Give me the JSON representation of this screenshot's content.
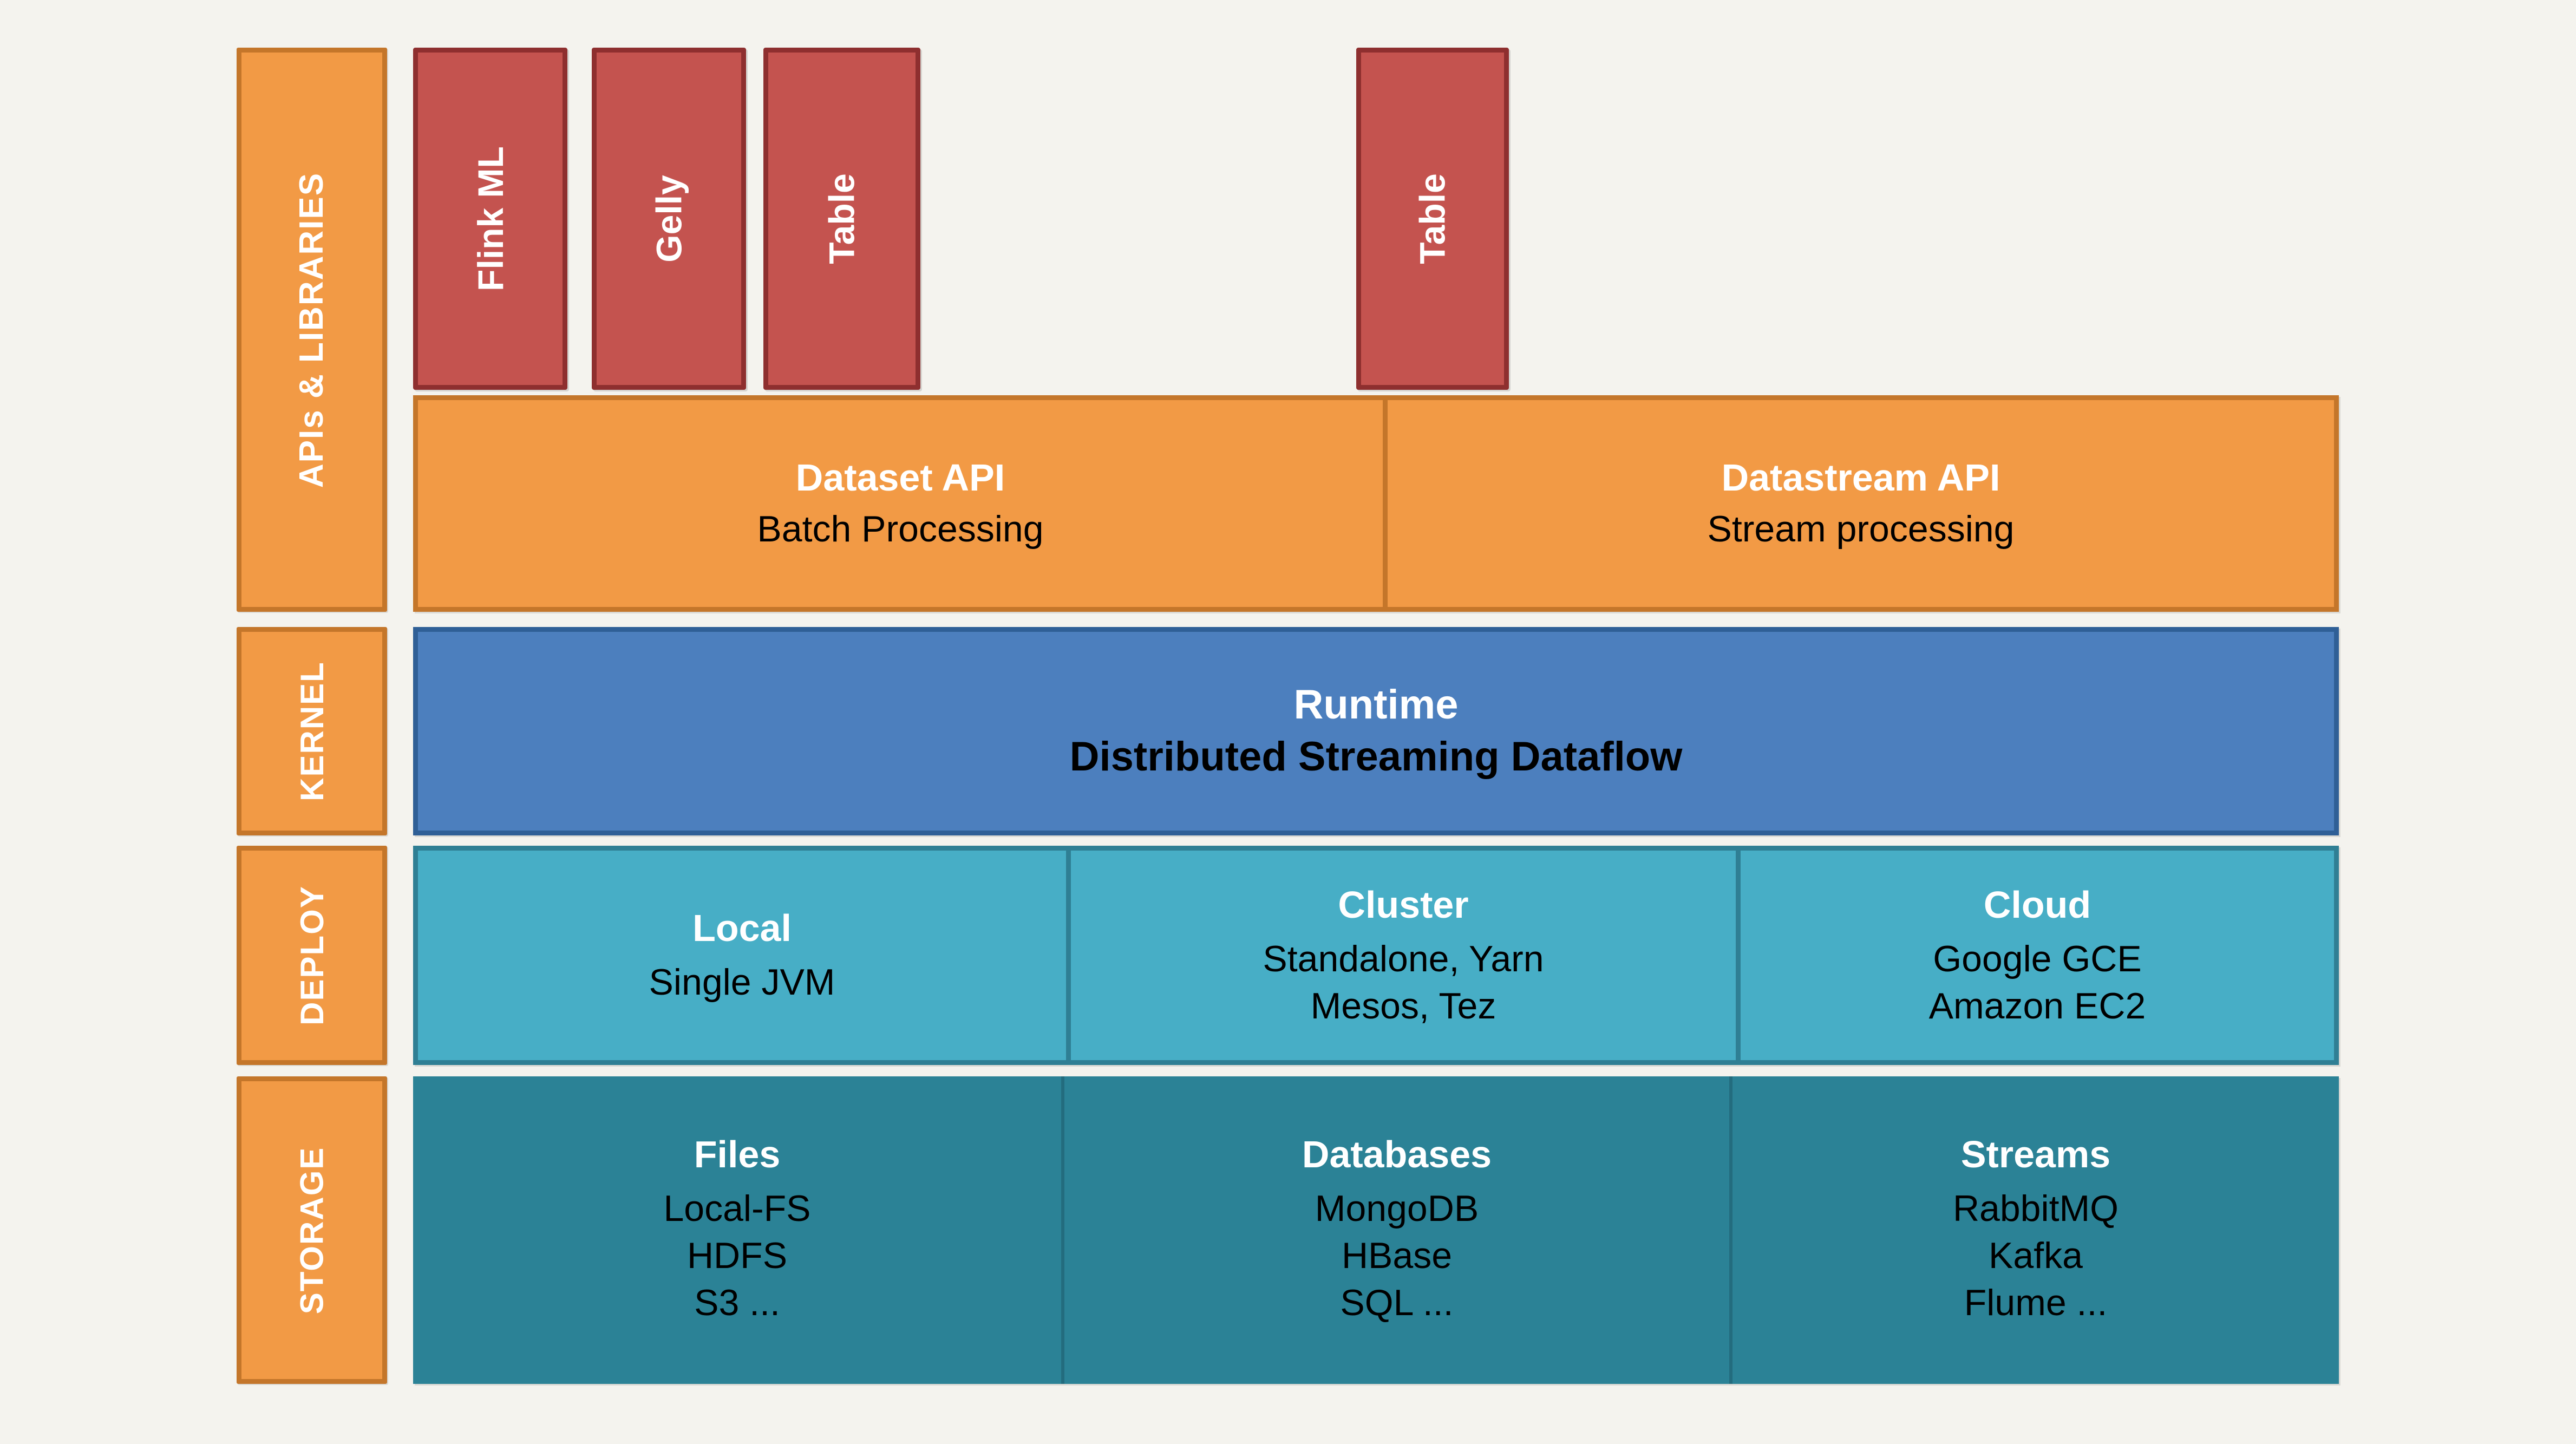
{
  "background_color": "#f4f3ee",
  "palette": {
    "stage_label_fill": "#f29a45",
    "stage_label_border": "#c4762a",
    "library_fill": "#c4534f",
    "library_border": "#8e2f2f",
    "api_fill": "#f29a45",
    "api_border": "#c4762a",
    "kernel_fill": "#4c7fbe",
    "kernel_border": "#2f5f96",
    "deploy_fill": "#47aec6",
    "deploy_border": "#2f7f94",
    "storage_fill": "#2b8296",
    "storage_border": "#236c7e",
    "title_text": "#ffffff",
    "body_text": "#000000"
  },
  "stage_labels": {
    "apis_libraries": "APIs & LIBRARIES",
    "kernel": "KERNEL",
    "deploy": "DEPLOY",
    "storage": "STORAGE"
  },
  "libraries": [
    {
      "label": "Flink ML"
    },
    {
      "label": "Gelly"
    },
    {
      "label": "Table"
    },
    {
      "label": "Table"
    }
  ],
  "api_layer": {
    "cells": [
      {
        "title": "Dataset API",
        "subtitle": "Batch Processing"
      },
      {
        "title": "Datastream API",
        "subtitle": "Stream processing"
      }
    ]
  },
  "kernel_layer": {
    "title": "Runtime",
    "subtitle": "Distributed Streaming Dataflow"
  },
  "deploy_layer": {
    "cells": [
      {
        "title": "Local",
        "lines": [
          "Single JVM"
        ]
      },
      {
        "title": "Cluster",
        "lines": [
          "Standalone, Yarn",
          "Mesos, Tez"
        ]
      },
      {
        "title": "Cloud",
        "lines": [
          "Google GCE",
          "Amazon EC2"
        ]
      }
    ]
  },
  "storage_layer": {
    "cells": [
      {
        "title": "Files",
        "lines": [
          "Local-FS",
          "HDFS",
          "S3 ..."
        ]
      },
      {
        "title": "Databases",
        "lines": [
          "MongoDB",
          "HBase",
          "SQL ..."
        ]
      },
      {
        "title": "Streams",
        "lines": [
          "RabbitMQ",
          "Kafka",
          "Flume ..."
        ]
      }
    ]
  }
}
